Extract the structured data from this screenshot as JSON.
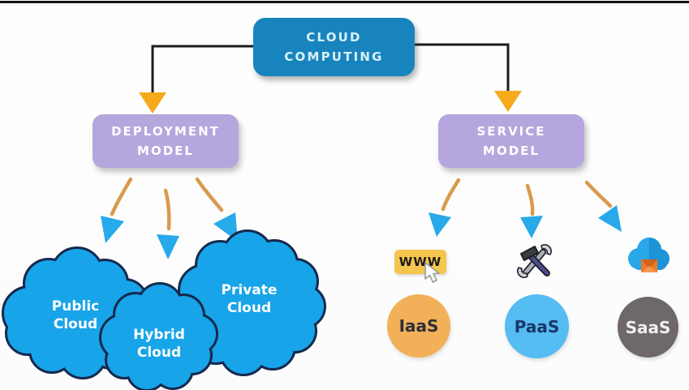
{
  "root_box": {
    "label": "CLOUD\nCOMPUTING"
  },
  "deployment_box": {
    "label": "DEPLOYMENT\nMODEL"
  },
  "service_box": {
    "label": "SERVICE\nMODEL"
  },
  "deployment_clouds": [
    {
      "label": "Public\nCloud"
    },
    {
      "label": "Hybrid\nCloud"
    },
    {
      "label": "Private\nCloud"
    }
  ],
  "service_items": [
    {
      "label": "IaaS",
      "icon": "www-browser-icon",
      "icon_text": "WWW",
      "circle_color": "#F2B158",
      "text_color": "#2E2E38"
    },
    {
      "label": "PaaS",
      "icon": "hammer-wrench-icon",
      "circle_color": "#55BDF2",
      "text_color": "#1C3668"
    },
    {
      "label": "SaaS",
      "icon": "cloud-mail-icon",
      "circle_color": "#6F6868",
      "text_color": "#F0EEEE"
    }
  ],
  "colors": {
    "root_box": "#1884BE",
    "model_box": "#B5A6DD",
    "cloud_fill": "#18A4E8",
    "cloud_outline": "#14294E",
    "connector": "#1C1C1C",
    "gold_arrowhead": "#F7A91C",
    "curve_arrow": "#D99A4E",
    "blue_arrowhead": "#27A9EA",
    "www_badge": "#F4C64D"
  }
}
